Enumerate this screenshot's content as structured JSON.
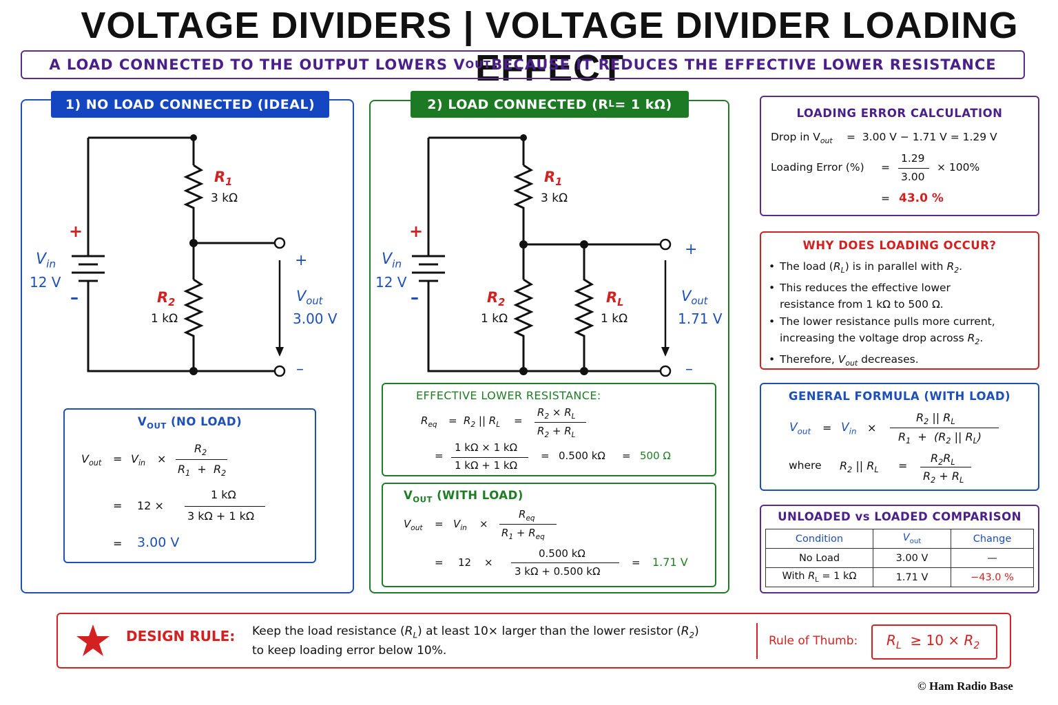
{
  "header": {
    "title": "VOLTAGE DIVIDERS | VOLTAGE DIVIDER LOADING EFFECT",
    "subtitle_pre": "A LOAD CONNECTED TO THE OUTPUT LOWERS V",
    "subtitle_sub": "OUT",
    "subtitle_post": " BECAUSE IT REDUCES THE EFFECTIVE LOWER RESISTANCE"
  },
  "panel1": {
    "tab": "1) NO LOAD CONNECTED (IDEAL)",
    "vin_label": "V",
    "vin_sub": "in",
    "vin_value": "12 V",
    "r1_label": "R",
    "r1_sub": "1",
    "r1_value": "3 kΩ",
    "r2_label": "R",
    "r2_sub": "2",
    "r2_value": "1 kΩ",
    "plus": "+",
    "minus": "–",
    "vout_label": "V",
    "vout_sub": "out",
    "vout_value": "3.00 V",
    "formula_title_pre": "V",
    "formula_title_sub": "OUT",
    "formula_title_post": " (NO LOAD)",
    "f_line2_num": "1 kΩ",
    "f_line2_den": "3 kΩ  +  1 kΩ",
    "f_line2_mult": "12  ×",
    "f_result": "3.00 V"
  },
  "panel2": {
    "tab": "2) LOAD CONNECTED (R",
    "tab_sub": "L",
    "tab_post": " = 1 kΩ)",
    "vin_value": "12 V",
    "r1_value": "3 kΩ",
    "r2_value": "1 kΩ",
    "rl_value": "1 kΩ",
    "vout_value": "1.71 V",
    "eff_title": "EFFECTIVE LOWER RESISTANCE:",
    "eff_num": "1 kΩ  ×  1 kΩ",
    "eff_den": "1 kΩ  +  1 kΩ",
    "eff_mid": "0.500 kΩ",
    "eff_result": "500 Ω",
    "wl_title_pre": "V",
    "wl_title_sub": "OUT",
    "wl_title_post": " (WITH LOAD)",
    "wl_mult": "12",
    "wl_num": "0.500 kΩ",
    "wl_den": "3 kΩ  +  0.500 kΩ",
    "wl_result": "1.71 V"
  },
  "error_box": {
    "title": "LOADING ERROR CALCULATION",
    "drop_label": "Drop in V",
    "drop_expr": "3.00 V  −  1.71 V  =  1.29 V",
    "err_label": "Loading Error (%)",
    "err_num": "1.29",
    "err_den": "3.00",
    "err_mult": "×  100%",
    "err_result": "43.0 %"
  },
  "why_box": {
    "title": "WHY DOES LOADING OCCUR?",
    "b1_pre": "The load (",
    "b1_post": ") is in parallel with ",
    "b2": "This reduces the effective lower resistance from 1 kΩ to 500 Ω.",
    "b3_pre": "The lower resistance pulls more current, increasing the voltage drop across ",
    "b4_pre": "Therefore, ",
    "b4_post": " decreases."
  },
  "general_box": {
    "title": "GENERAL FORMULA (WITH LOAD)",
    "where": "where"
  },
  "compare_box": {
    "title": "UNLOADED vs LOADED COMPARISON",
    "headers": [
      "Condition",
      "Vout",
      "Change"
    ],
    "rows": [
      {
        "condition": "No Load",
        "vout": "3.00 V",
        "change": "—"
      },
      {
        "condition": "With R",
        "vout": "1.71 V",
        "change": "−43.0 %"
      }
    ],
    "with_suffix": " =  1 kΩ"
  },
  "design_rule": {
    "label": "DESIGN RULE:",
    "text1_pre": "Keep the load resistance (",
    "text1_mid": ") at least 10× larger than the lower resistor (",
    "text1_post": ")",
    "text2": "to keep loading error below 10%.",
    "thumb_label": "Rule of Thumb:",
    "thumb_expr": "≥  10  ×"
  },
  "footer": {
    "copyright": "© Ham Radio Base"
  },
  "colors": {
    "blue": "#1d4fb8",
    "green": "#1e7d24",
    "red": "#d32020",
    "purple": "#4a1f8a"
  }
}
